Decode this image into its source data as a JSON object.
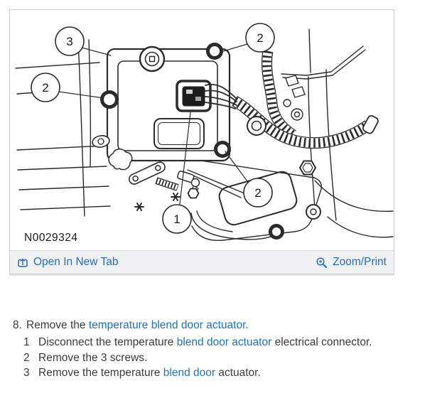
{
  "figure": {
    "id_label": "N0029324",
    "callouts": {
      "connector": "1",
      "screw_left": "2",
      "screw_top_right": "2",
      "screw_bottom": "2",
      "actuator": "3"
    }
  },
  "toolbar": {
    "open_in_new_tab_label": "Open In New Tab",
    "zoom_print_label": "Zoom/Print",
    "icons": {
      "open_in_new_tab": "open-in-new-tab-icon",
      "zoom_print": "magnifier-icon"
    }
  },
  "instructions": {
    "main_step": {
      "number": "8.",
      "segments": [
        {
          "text": "Remove the ",
          "link": false
        },
        {
          "text": "temperature blend door actuator.",
          "link": true
        }
      ]
    },
    "sub_steps": [
      {
        "number": "1",
        "segments": [
          {
            "text": "Disconnect the temperature ",
            "link": false
          },
          {
            "text": "blend door actuator",
            "link": true
          },
          {
            "text": " electrical connector.",
            "link": false
          }
        ]
      },
      {
        "number": "2",
        "segments": [
          {
            "text": "Remove the 3 screws.",
            "link": false
          }
        ]
      },
      {
        "number": "3",
        "segments": [
          {
            "text": "Remove the temperature ",
            "link": false
          },
          {
            "text": "blend door",
            "link": true
          },
          {
            "text": " actuator.",
            "link": false
          }
        ]
      }
    ]
  },
  "colors": {
    "link_blue": "#2271bd",
    "toolbar_link_blue": "#2a6db8",
    "body_text": "#3b3b3b",
    "diagram_line": "#2b2b2b",
    "toolbar_bg": "#eff1f3",
    "panel_border": "#c9cccf"
  }
}
